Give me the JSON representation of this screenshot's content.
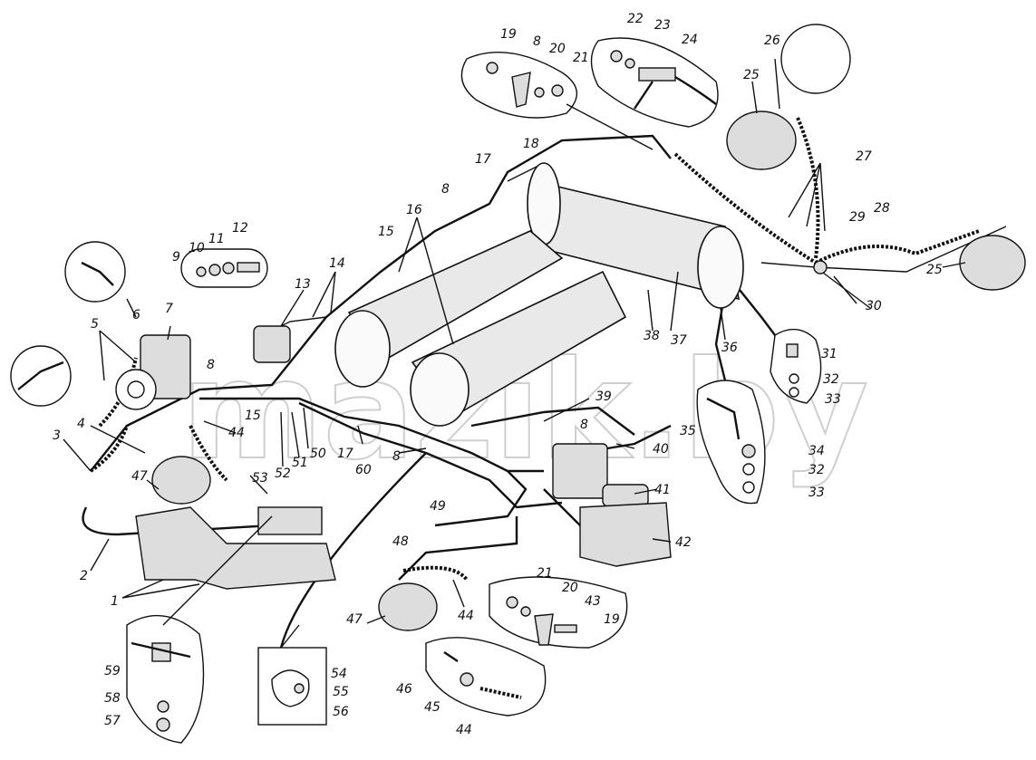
{
  "watermark": "mazik.by",
  "labels": {
    "l1": "1",
    "l2": "2",
    "l3": "3",
    "l4": "4",
    "l5": "5",
    "l6": "6",
    "l7": "7",
    "l8a": "8",
    "l8b": "8",
    "l8c": "8",
    "l8d": "8",
    "l8e": "8",
    "l9": "9",
    "l10": "10",
    "l11": "11",
    "l12": "12",
    "l13": "13",
    "l14": "14",
    "l15a": "15",
    "l15b": "15",
    "l16": "16",
    "l17a": "17",
    "l17b": "17",
    "l18": "18",
    "l19a": "19",
    "l19b": "19",
    "l20a": "20",
    "l20b": "20",
    "l21a": "21",
    "l21b": "21",
    "l22": "22",
    "l23": "23",
    "l24": "24",
    "l25a": "25",
    "l25b": "25",
    "l26": "26",
    "l27": "27",
    "l28": "28",
    "l29": "29",
    "l30": "30",
    "l31": "31",
    "l32a": "32",
    "l32b": "32",
    "l33a": "33",
    "l33b": "33",
    "l34": "34",
    "l35": "35",
    "l36": "36",
    "l37": "37",
    "l38": "38",
    "l39": "39",
    "l40": "40",
    "l41": "41",
    "l42": "42",
    "l43": "43",
    "l44a": "44",
    "l44b": "44",
    "l44c": "44",
    "l45": "45",
    "l46": "46",
    "l47a": "47",
    "l47b": "47",
    "l48": "48",
    "l49": "49",
    "l50": "50",
    "l51": "51",
    "l52": "52",
    "l53": "53",
    "l54": "54",
    "l55": "55",
    "l56": "56",
    "l57": "57",
    "l58": "58",
    "l59": "59",
    "l60": "60"
  }
}
